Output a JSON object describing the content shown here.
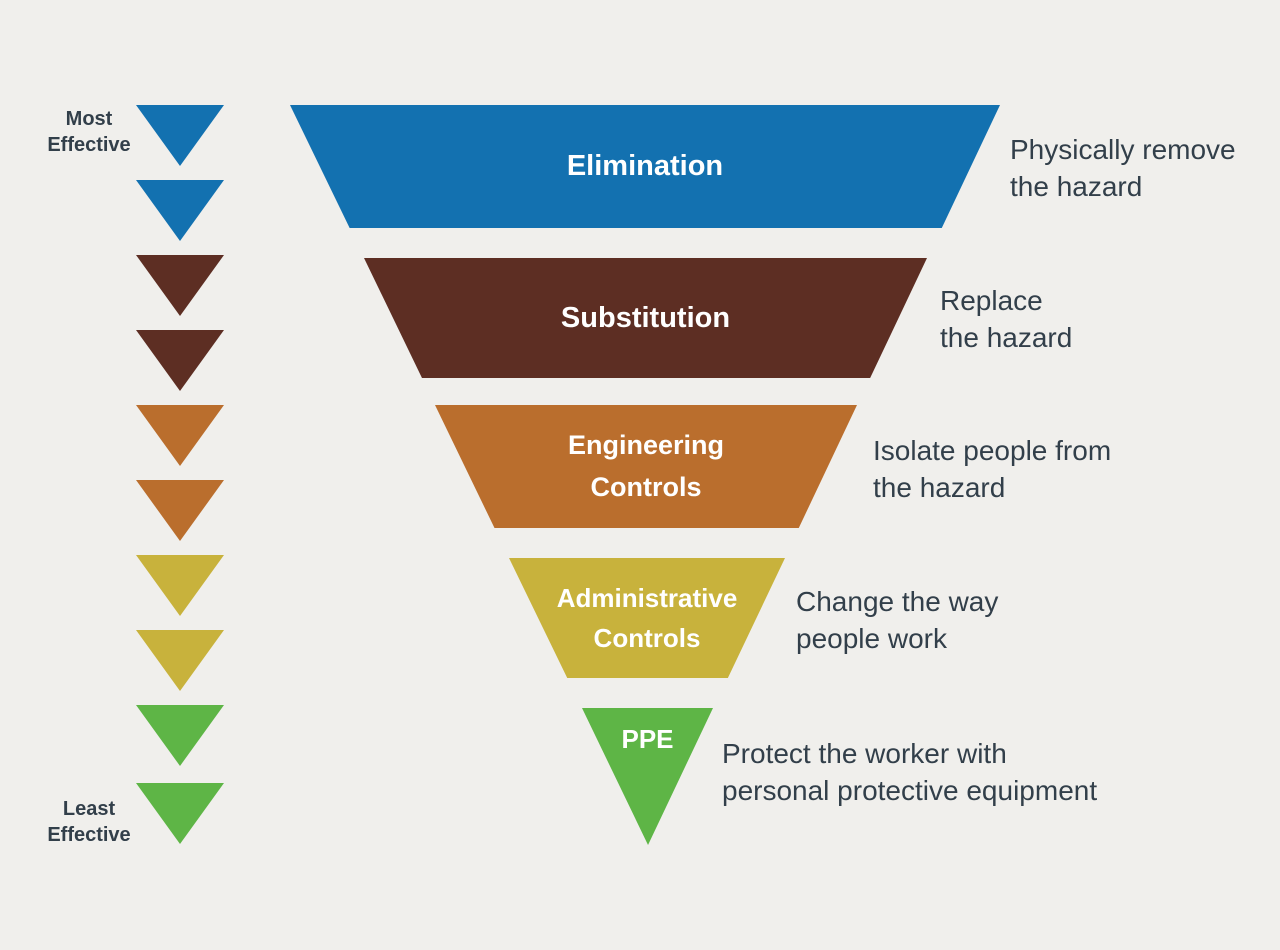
{
  "background": "#f0efec",
  "text_color": "#323f4a",
  "scale": {
    "most_effective": "Most\nEffective",
    "least_effective": "Least\nEffective"
  },
  "levels": [
    {
      "name": "Elimination",
      "description": "Physically remove\nthe hazard",
      "color": "#1371b0"
    },
    {
      "name": "Substitution",
      "description": "Replace\nthe hazard",
      "color": "#5d2e23"
    },
    {
      "name": "Engineering\nControls",
      "description": "Isolate people from\nthe hazard",
      "color": "#ba6e2d"
    },
    {
      "name": "Administrative\nControls",
      "description": "Change the way\npeople work",
      "color": "#c8b23c"
    },
    {
      "name": "PPE",
      "description": "Protect the worker with\npersonal protective equipment",
      "color": "#5eb546"
    }
  ]
}
